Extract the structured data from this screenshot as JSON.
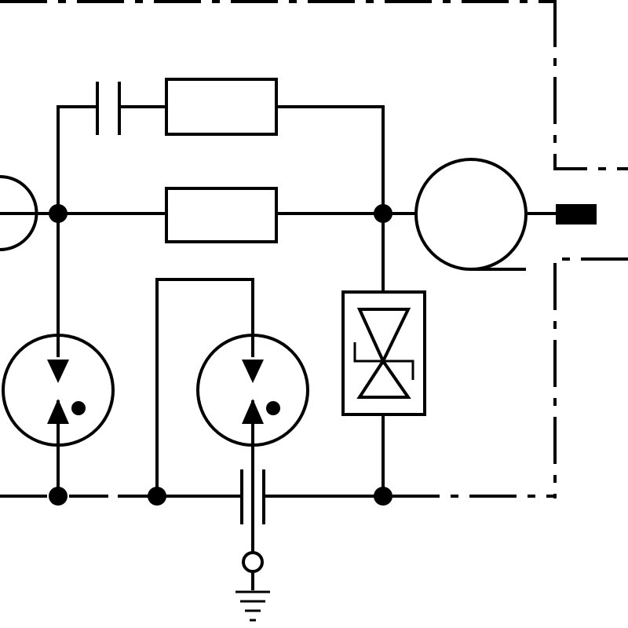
{
  "diagram": {
    "type": "electrical-schematic",
    "background_color": "#ffffff",
    "line_color": "#000000",
    "components": [
      {
        "name": "series-capacitor-top",
        "icon": "capacitor-icon"
      },
      {
        "name": "resistor-top",
        "icon": "resistor-icon"
      },
      {
        "name": "resistor-main",
        "icon": "resistor-icon"
      },
      {
        "name": "lamp-coil-left",
        "icon": "circle-partial-icon"
      },
      {
        "name": "gas-discharge-tube-left",
        "icon": "gas-discharge-tube-icon"
      },
      {
        "name": "gas-discharge-tube-middle",
        "icon": "gas-discharge-tube-icon"
      },
      {
        "name": "bidirectional-tvs-diode",
        "icon": "tvs-diode-icon"
      },
      {
        "name": "coil-inductor",
        "icon": "ferrite-coil-icon"
      },
      {
        "name": "output-connector",
        "icon": "connector-pin-icon"
      },
      {
        "name": "bottom-capacitor",
        "icon": "capacitor-icon"
      },
      {
        "name": "terminal",
        "icon": "terminal-circle-icon"
      },
      {
        "name": "ground",
        "icon": "ground-icon"
      },
      {
        "name": "enclosure-boundary",
        "icon": "dash-dot-line-icon"
      }
    ]
  }
}
